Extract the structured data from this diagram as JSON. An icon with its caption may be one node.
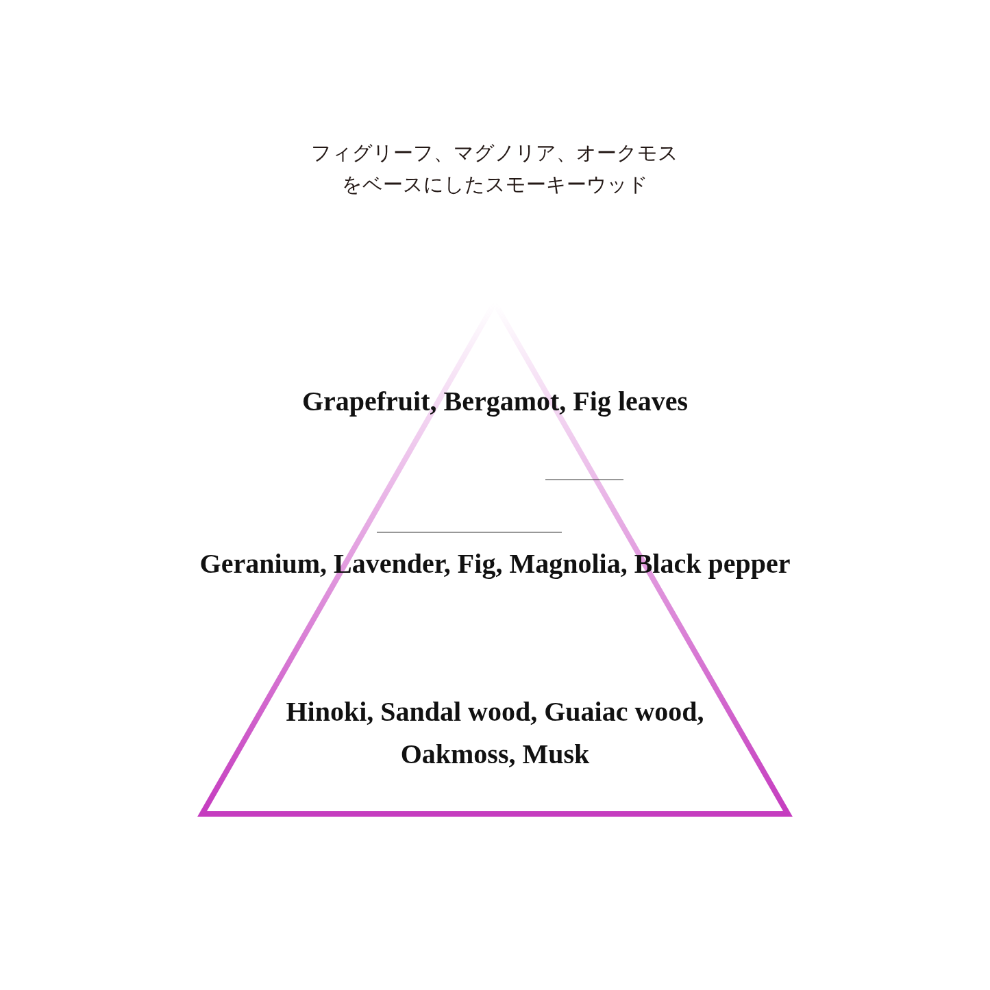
{
  "diagram": {
    "title": "フィグリーフ、マグノリア、オークモスをベースにしたスモーキーウッド",
    "nodes": [
      {
        "text": [
          "Grapefruit, Bergamot, Fig leaves",
          "Geranium, Lavender, Fig, Magnolia, Black pepper",
          "Hinoki, Sandal wood, Guaiac wood, Oakmoss, Musk"
        ]
      }
    ],
    "edges": []
  }
}
